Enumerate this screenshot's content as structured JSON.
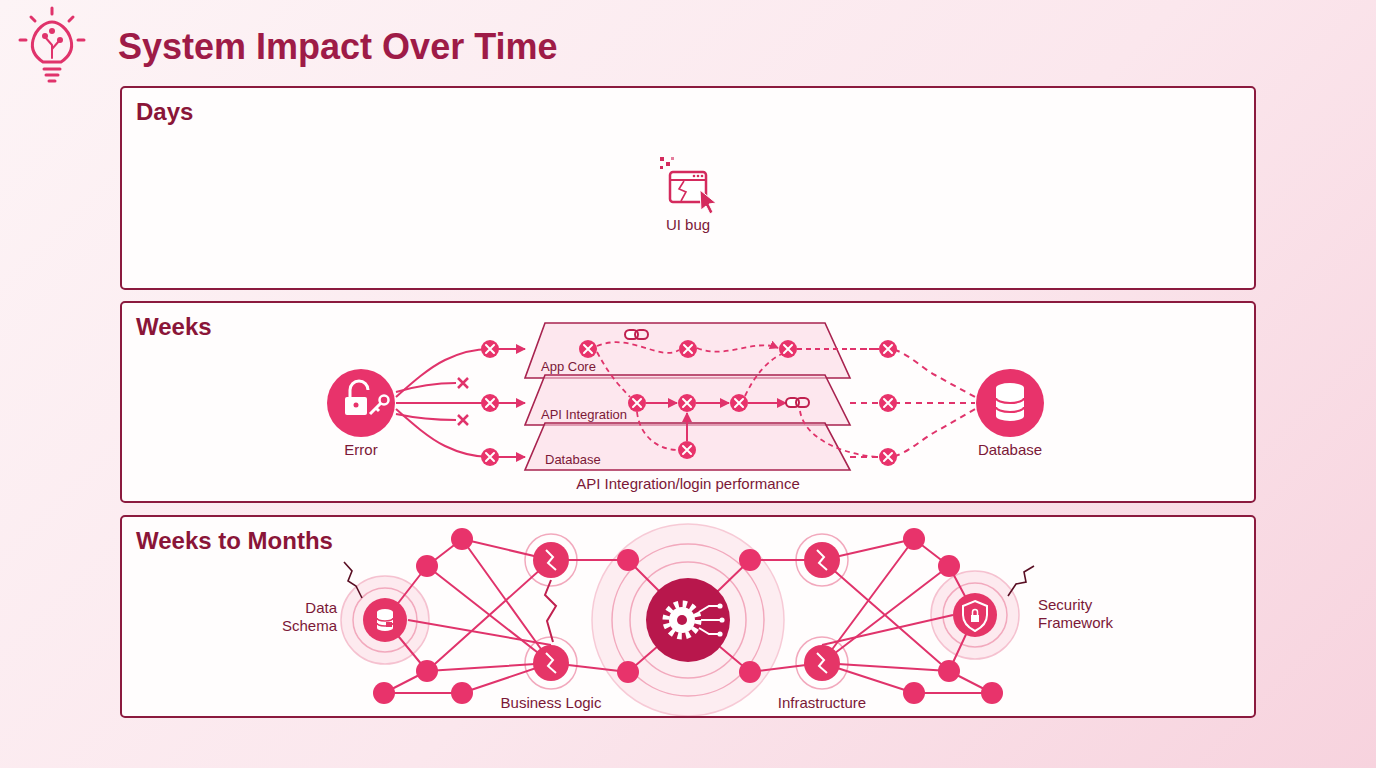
{
  "diagram": {
    "title": "System Impact Over Time",
    "nodes": [
      {
        "text": [
          "Days"
        ]
      },
      {
        "text": [
          "Weeks"
        ]
      },
      {
        "text": [
          "Error"
        ],
        "in": 1
      },
      {
        "text": [
          "App Core"
        ],
        "in": 1
      },
      {
        "text": [
          "API Integration"
        ],
        "in": 1
      },
      {
        "text": [
          "Database"
        ],
        "in": 1
      },
      {
        "text": [
          "Database"
        ],
        "in": 1
      },
      {
        "text": [
          "Weeks to Months"
        ]
      },
      {
        "text": [
          "Data Schema"
        ],
        "in": 7
      },
      {
        "text": [
          "Business Logic"
        ],
        "in": 7
      },
      {
        "text": [
          "Infrastructure"
        ],
        "in": 7
      },
      {
        "text": [
          "Security Framework"
        ],
        "in": 7
      }
    ],
    "edges": [
      {
        "from": 2,
        "to": 3,
        "arrow": "to"
      },
      {
        "from": 2,
        "to": 4,
        "arrow": "to"
      },
      {
        "from": 2,
        "to": 5,
        "arrow": "to"
      },
      {
        "from": 3,
        "to": 6,
        "arrow": "none"
      },
      {
        "from": 4,
        "to": 6,
        "arrow": "none"
      },
      {
        "from": 5,
        "to": 6,
        "arrow": "none"
      },
      {
        "from": 8,
        "to": 9,
        "arrow": "none"
      },
      {
        "from": 10,
        "to": 11,
        "arrow": "none"
      }
    ],
    "labels": [
      "UI bug",
      "API Integration/login performance"
    ]
  }
}
